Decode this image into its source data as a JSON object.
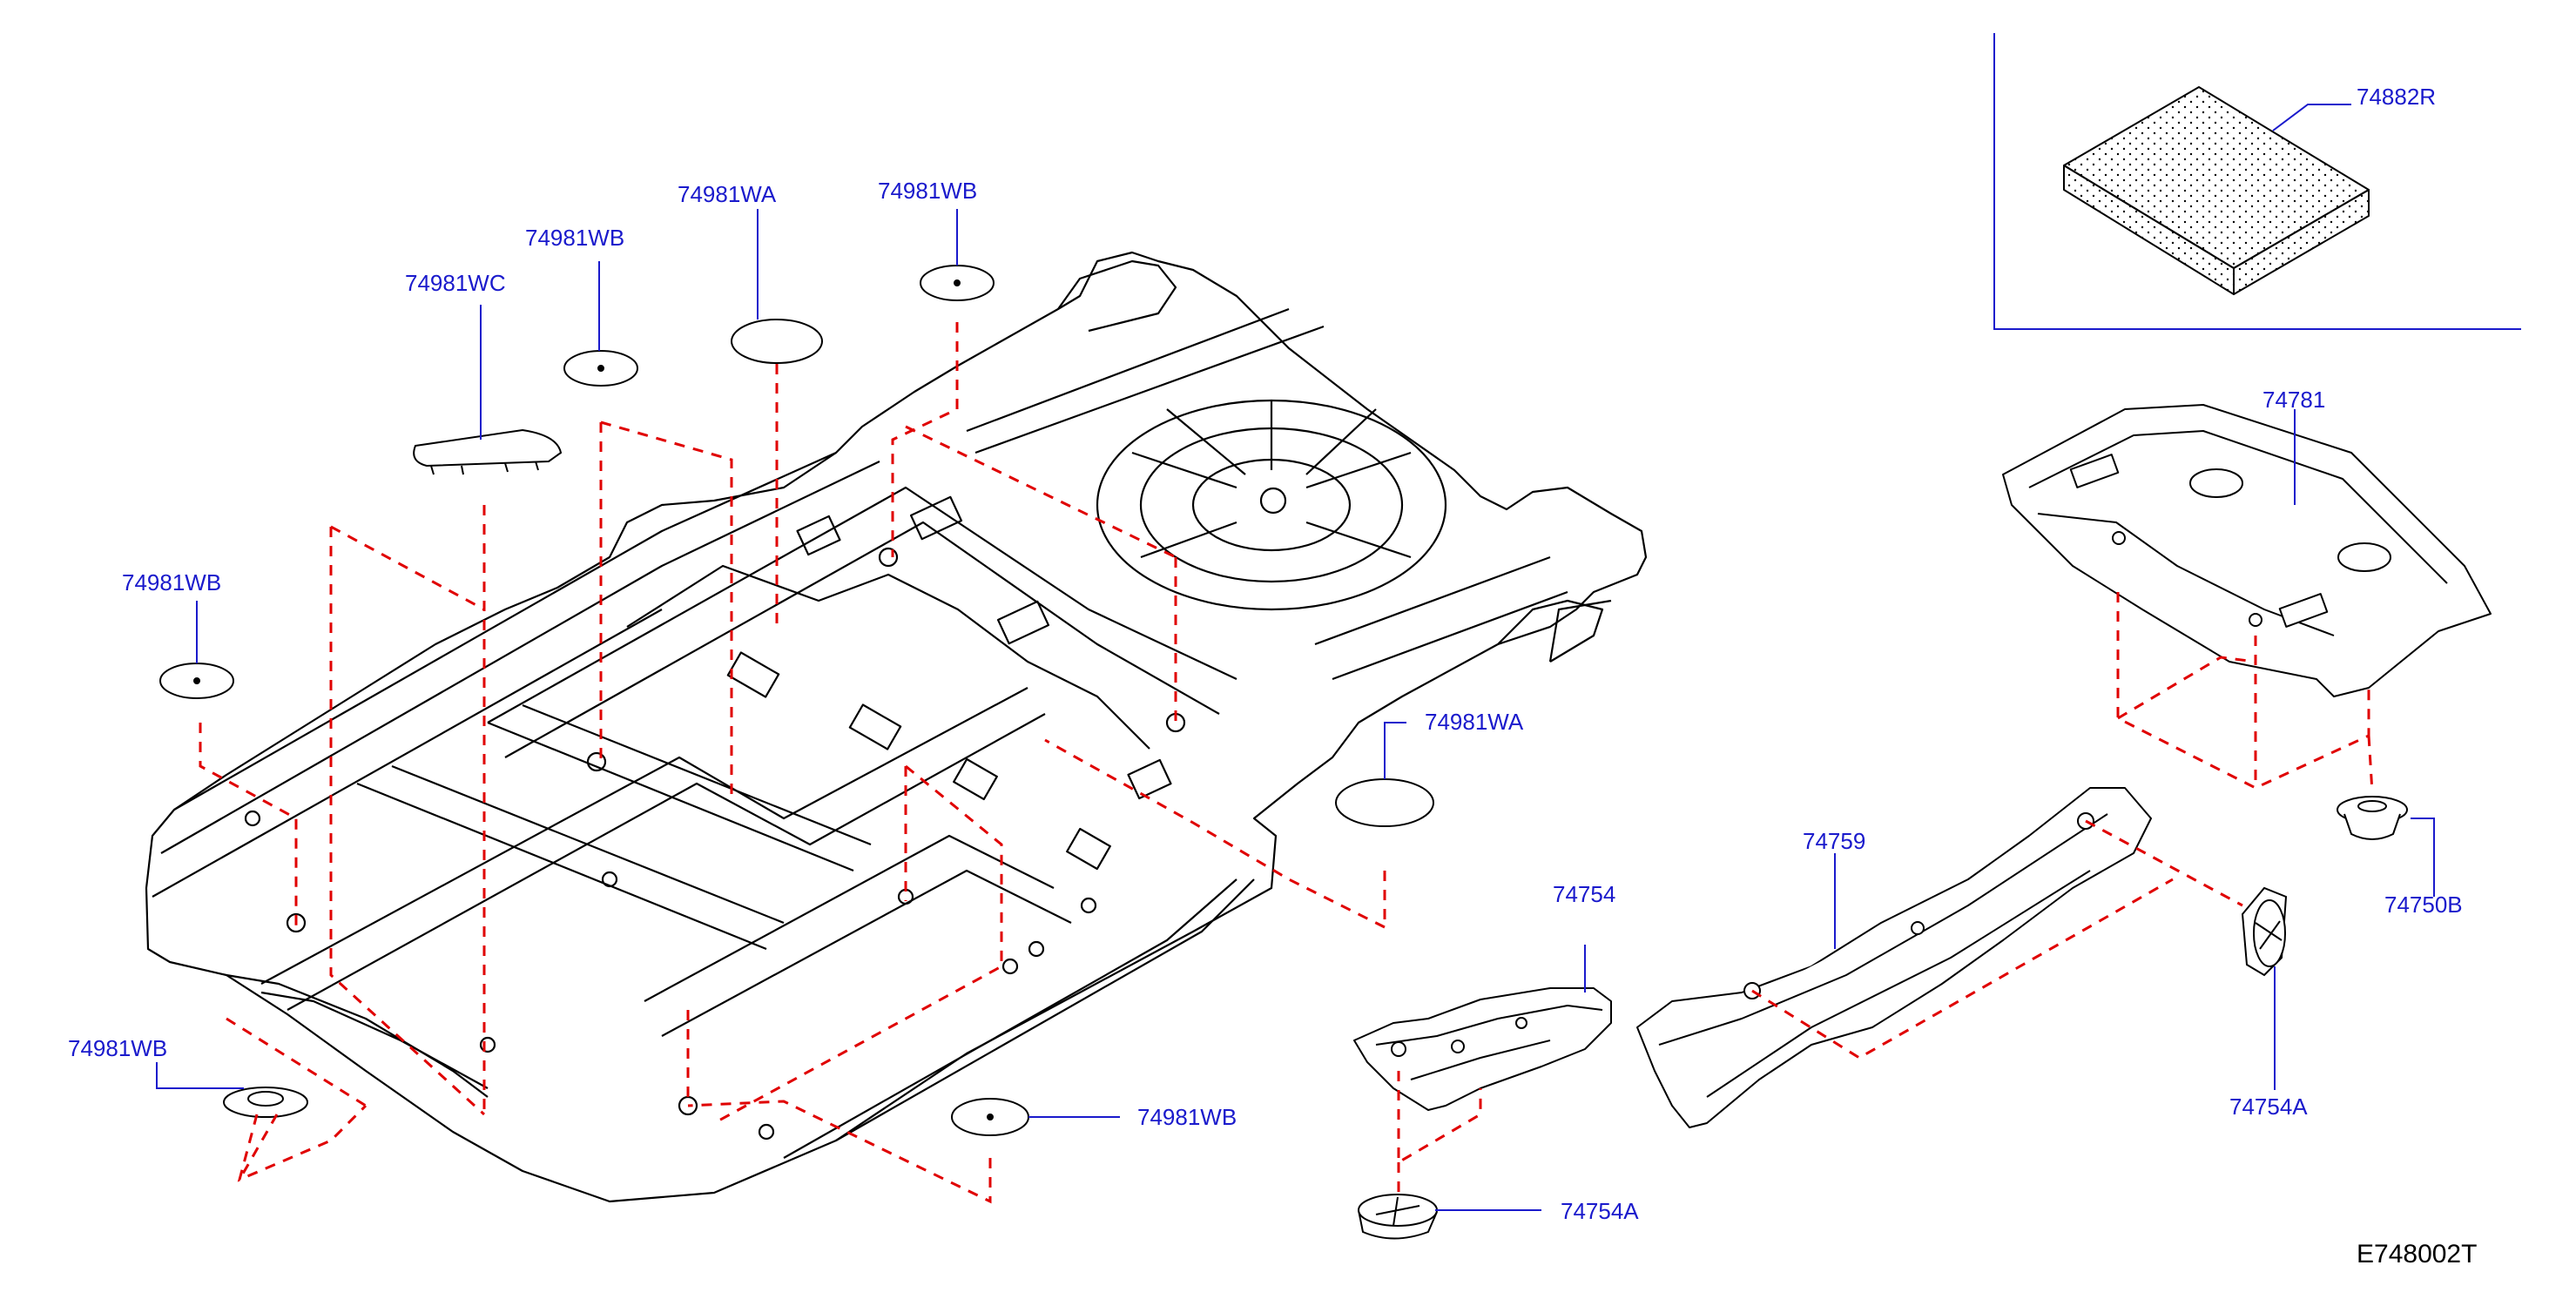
{
  "diagram": {
    "code": "E748002T",
    "colors": {
      "label": "#1a1acc",
      "leader": "#1a1acc",
      "dash": "#e00000",
      "line": "#000000"
    },
    "parts": [
      {
        "id": "p_74882R",
        "label": "74882R",
        "icon": "insulator-pad-icon"
      },
      {
        "id": "p_74781",
        "label": "74781",
        "icon": "rear-floor-insulator-icon"
      },
      {
        "id": "p_74750B",
        "label": "74750B",
        "icon": "clip-icon"
      },
      {
        "id": "p_74754A_r",
        "label": "74754A",
        "icon": "clip-icon"
      },
      {
        "id": "p_74759",
        "label": "74759",
        "icon": "tunnel-heat-shield-icon"
      },
      {
        "id": "p_74754",
        "label": "74754",
        "icon": "heat-shield-icon"
      },
      {
        "id": "p_74754A_b",
        "label": "74754A",
        "icon": "clip-icon"
      },
      {
        "id": "p_74981WA_r",
        "label": "74981WA",
        "icon": "plug-icon"
      },
      {
        "id": "p_74981WB_bm",
        "label": "74981WB",
        "icon": "plug-icon"
      },
      {
        "id": "p_74981WB_bl",
        "label": "74981WB",
        "icon": "plug-icon"
      },
      {
        "id": "p_74981WB_l",
        "label": "74981WB",
        "icon": "plug-icon"
      },
      {
        "id": "p_74981WC",
        "label": "74981WC",
        "icon": "cover-icon"
      },
      {
        "id": "p_74981WB_t1",
        "label": "74981WB",
        "icon": "plug-icon"
      },
      {
        "id": "p_74981WA_t",
        "label": "74981WA",
        "icon": "plug-icon"
      },
      {
        "id": "p_74981WB_t2",
        "label": "74981WB",
        "icon": "plug-icon"
      }
    ]
  }
}
